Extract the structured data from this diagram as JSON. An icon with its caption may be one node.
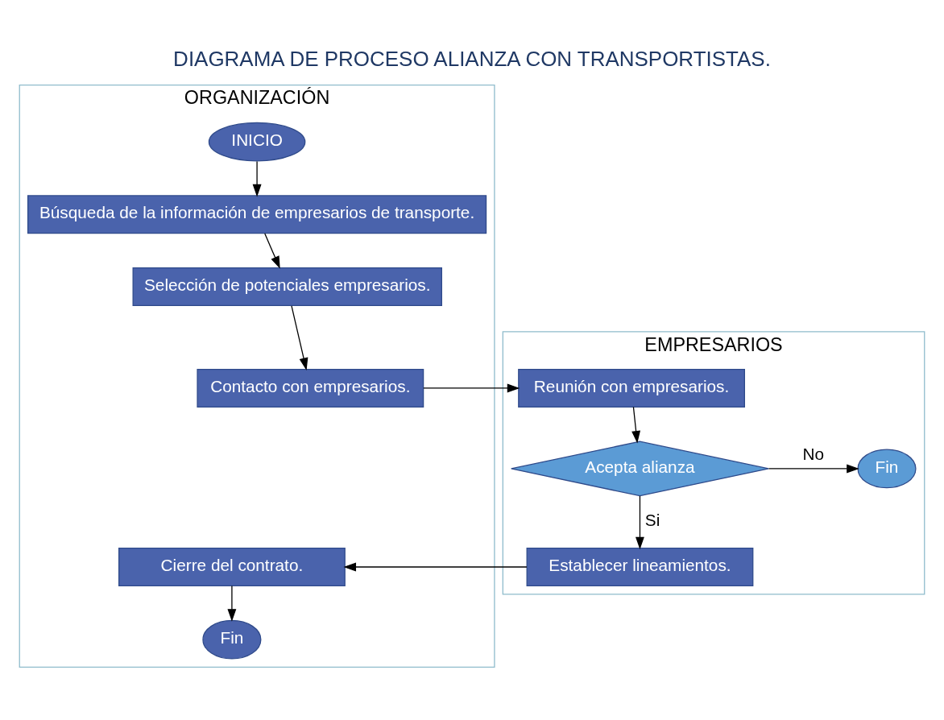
{
  "diagram": {
    "title": "DIAGRAMA DE PROCESO ALIANZA CON TRANSPORTISTAS.",
    "nodes": [
      {
        "text": [
          "ORGANIZACIÓN"
        ]
      },
      {
        "text": [
          "INICIO"
        ],
        "in": 0
      },
      {
        "text": [
          "Búsqueda de la información de empresarios de transporte."
        ],
        "in": 0
      },
      {
        "text": [
          "Selección de potenciales empresarios."
        ],
        "in": 0
      },
      {
        "text": [
          "Contacto con empresarios."
        ],
        "in": 0
      },
      {
        "text": [
          "Cierre del contrato."
        ],
        "in": 0
      },
      {
        "text": [
          "Fin"
        ],
        "in": 0
      },
      {
        "text": [
          "EMPRESARIOS"
        ]
      },
      {
        "text": [
          "Reunión con empresarios."
        ],
        "in": 7
      },
      {
        "text": [
          "Acepta alianza"
        ],
        "in": 7
      },
      {
        "text": [
          "Fin"
        ],
        "in": 7
      },
      {
        "text": [
          "Establecer lineamientos."
        ],
        "in": 7
      }
    ],
    "edges": [
      {
        "from": 1,
        "to": 2,
        "arrow": "to"
      },
      {
        "from": 2,
        "to": 3,
        "arrow": "to"
      },
      {
        "from": 3,
        "to": 4,
        "arrow": "to"
      },
      {
        "from": 4,
        "to": 8,
        "arrow": "to"
      },
      {
        "from": 8,
        "to": 9,
        "arrow": "to"
      },
      {
        "from": 9,
        "to": 10,
        "label": "No",
        "arrow": "to"
      },
      {
        "from": 9,
        "to": 11,
        "label": "Si",
        "arrow": "to"
      },
      {
        "from": 11,
        "to": 5,
        "arrow": "to"
      },
      {
        "from": 5,
        "to": 6,
        "arrow": "to"
      }
    ]
  }
}
